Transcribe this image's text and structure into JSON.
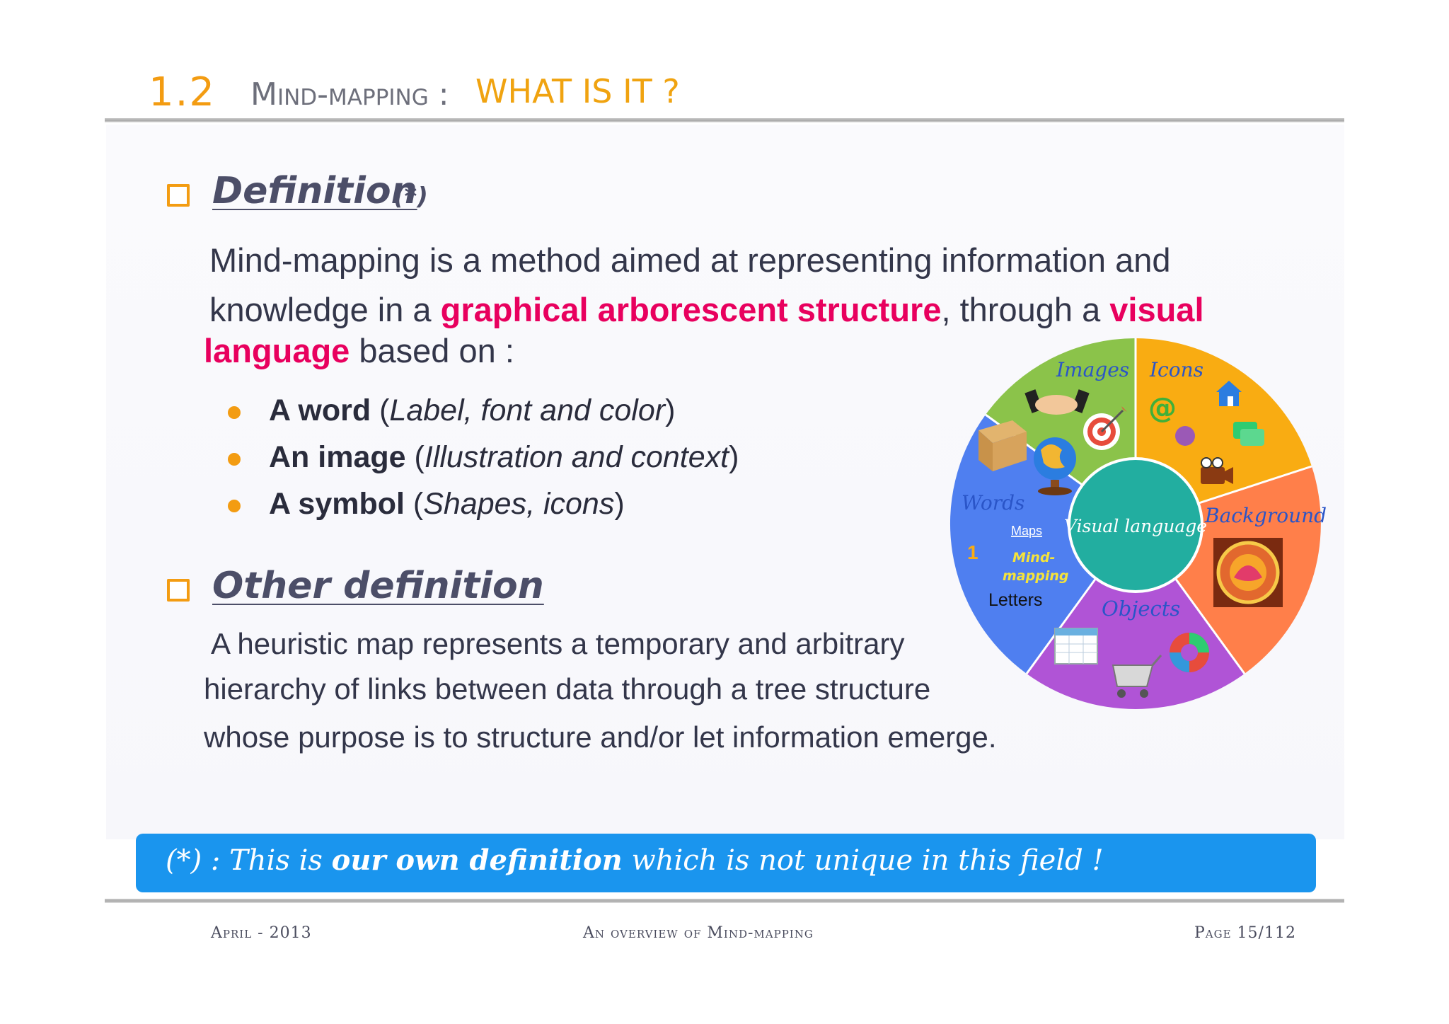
{
  "header": {
    "section_number": "1.2",
    "title": "Mind-mapping :",
    "title_accent": "WHAT IS IT ?"
  },
  "definition": {
    "heading": "Definition",
    "note": "(*)",
    "line1": "Mind-mapping is a method aimed at representing information and",
    "line2_pre": "knowledge in a ",
    "line2_hl": "graphical arborescent  structure",
    "line2_mid": ", through a ",
    "line2_hl2": "visual",
    "line3_hl": "language",
    "line3_post": " based on :",
    "bullets": [
      {
        "bold": "A word",
        "open": " (",
        "italic": "Label, font and color",
        "close": ")"
      },
      {
        "bold": "An image",
        "open": " (",
        "italic": "Illustration and context",
        "close": ")"
      },
      {
        "bold": "A symbol",
        "open": " (",
        "italic": "Shapes, icons",
        "close": ")"
      }
    ]
  },
  "other_definition": {
    "heading": "Other definition",
    "line1": "A heuristic map represents a temporary and arbitrary",
    "line2": "hierarchy of links between data through a tree structure",
    "line3": "whose purpose is to structure and/or let information emerge."
  },
  "wheel": {
    "center": "Visual language",
    "segments": {
      "images": "Images",
      "icons": "Icons",
      "background": "Background",
      "objects": "Objects",
      "words": "Words"
    },
    "words_samples": {
      "maps": "Maps",
      "number": "1",
      "mind": "Mind-",
      "mapping": "mapping",
      "letters": "Letters"
    },
    "icon_at": "@",
    "colors": {
      "images": "#8bc34a",
      "icons": "#f9ac12",
      "background": "#ff7f4a",
      "objects": "#b054d6",
      "words": "#4f7ff0",
      "center": "#22aea0"
    }
  },
  "banner": {
    "pre": "(*) : This is ",
    "bold": "our own definition",
    "post": " which is not unique in this field !"
  },
  "footer": {
    "left": "April - 2013",
    "center": "An overview of Mind-mapping",
    "right": "Page 15/112"
  }
}
